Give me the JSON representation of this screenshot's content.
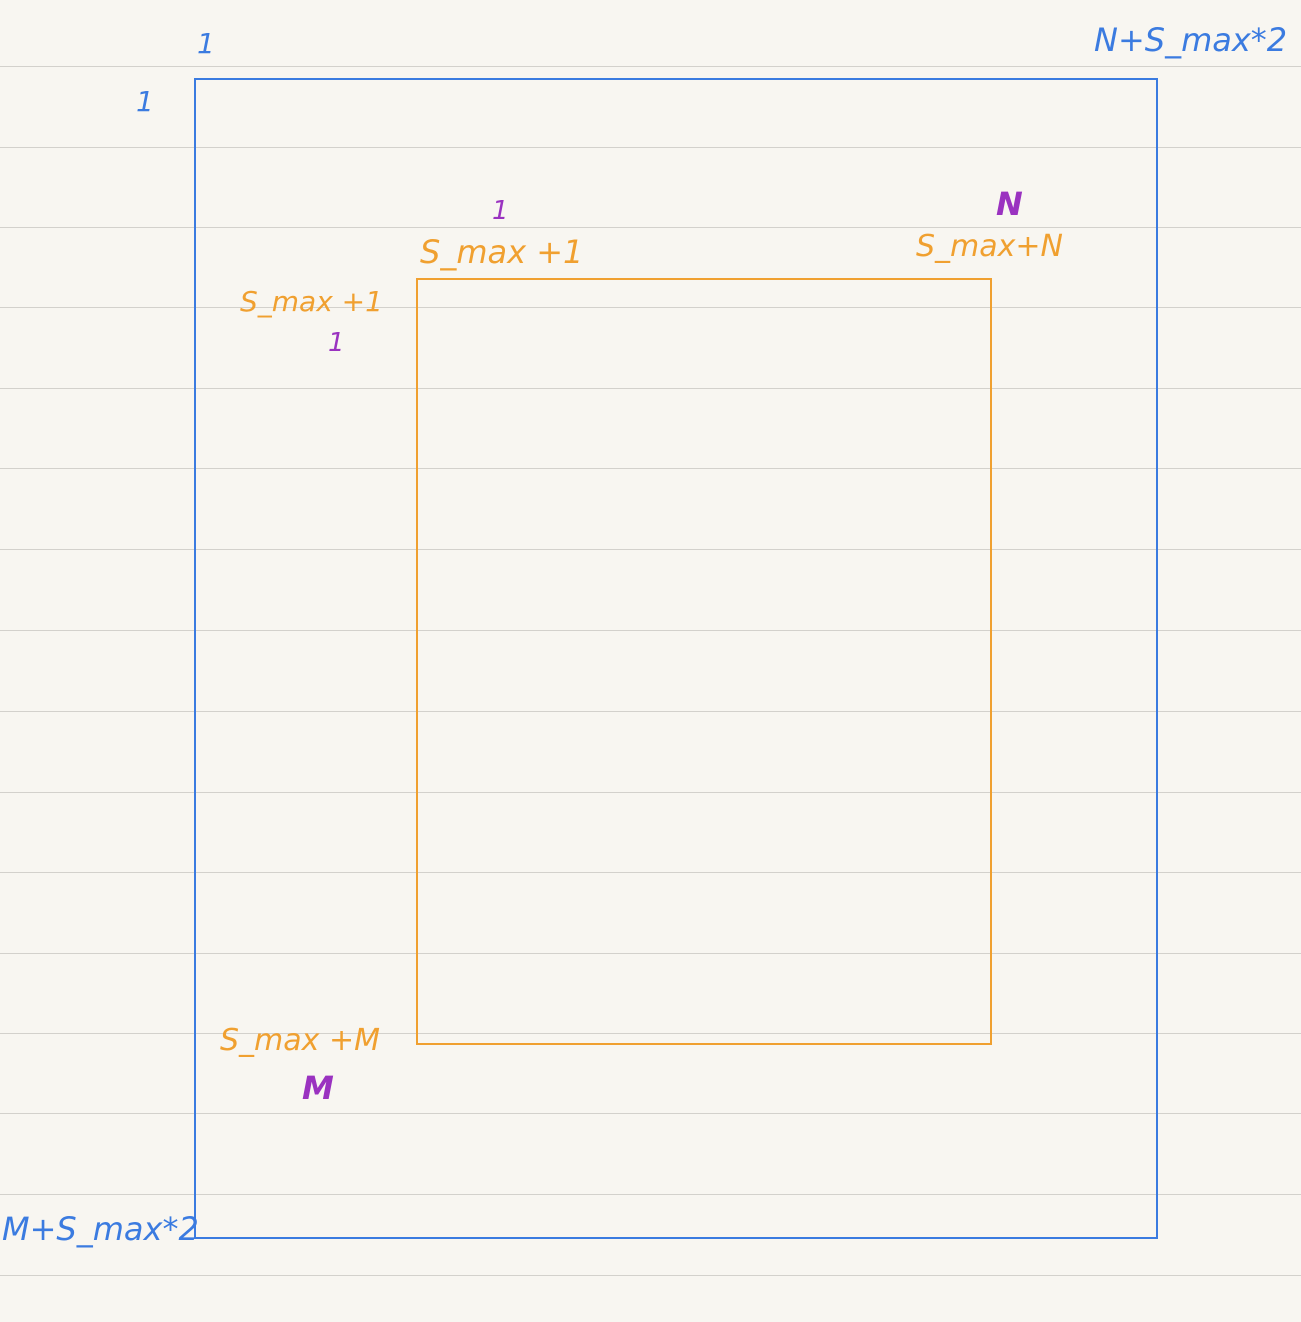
{
  "colors": {
    "paper": "#f8f6f1",
    "ruled_line": "#d3d1cc",
    "outer": "#3b7be0",
    "inner": "#f0a030",
    "index": "#9a32c0"
  },
  "outer_rect": {
    "top_left_row_label": "1",
    "top_left_col_label": "1",
    "top_right_label": "N+S_max*2",
    "bottom_left_label": "M+S_max*2"
  },
  "inner_rect": {
    "top_left_col_label": "S_max +1",
    "top_left_row_label": "S_max +1",
    "top_right_label": "S_max+N",
    "bottom_left_label": "S_max +M"
  },
  "index_labels": {
    "col_start": "1",
    "col_end": "N",
    "row_start": "1",
    "row_end": "M"
  }
}
